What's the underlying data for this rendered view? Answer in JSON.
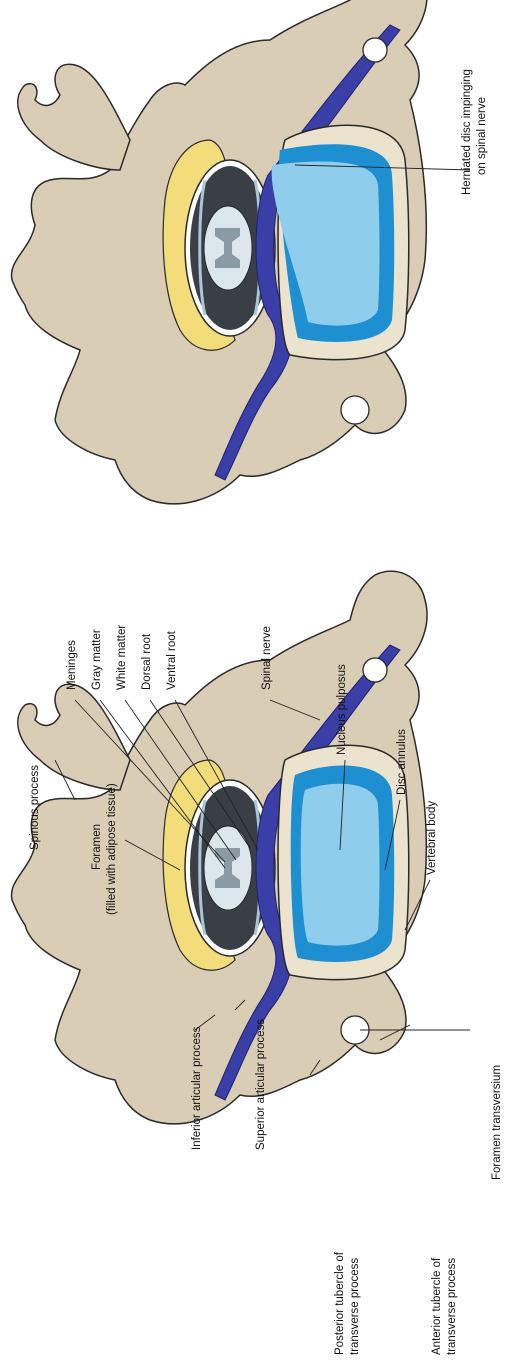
{
  "colors": {
    "bone": "#d9cdb6",
    "bone_stroke": "#2a2a2a",
    "fat": "#f3dc7a",
    "nerve": "#3a3fa8",
    "nerve_light": "#5b62c9",
    "cord_outer": "#3a3f46",
    "white_matter": "#dbe7ec",
    "gray_matter": "#8a9ba4",
    "root": "#a9c7d7",
    "disc_annulus": "#ece3cf",
    "nucleus_blue": "#1e8fd0",
    "nucleus_light": "#8fcdec",
    "line": "#222222"
  },
  "labels": {
    "spinous_process": "Spinous process",
    "foramen_1": "Foramen",
    "foramen_2": "(filled with adipose tissue)",
    "inferior_articular": "Inferior articular process",
    "superior_articular": "Superior articular process",
    "posterior_tubercle_1": "Posterior tubercle of",
    "posterior_tubercle_2": "transverse process",
    "anterior_tubercle_1": "Anterior tubercle of",
    "anterior_tubercle_2": "transverse process",
    "foramen_transversium": "Foramen transversium",
    "meninges": "Meninges",
    "gray_matter": "Gray matter",
    "white_matter": "White matter",
    "dorsal_root": "Dorsal root",
    "ventral_root": "Ventral root",
    "spinal_nerve": "Spinal nerve",
    "nucleus_pulposus": "Nucleus pulposus",
    "disc_annulus": "Disc annulus",
    "vertebral_body": "Vertebral body",
    "herniated_1": "Herniated disc impinging",
    "herniated_2": "on spinal nerve"
  }
}
